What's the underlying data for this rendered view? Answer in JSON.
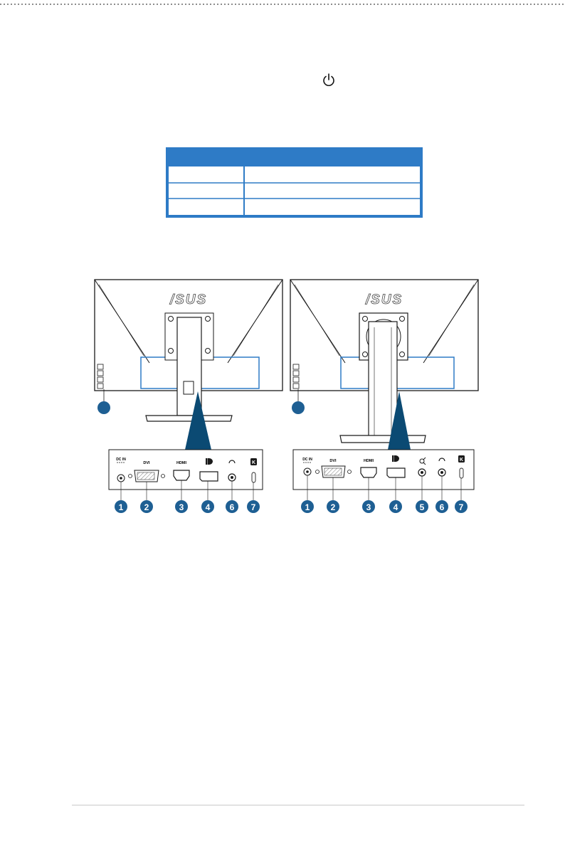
{
  "colors": {
    "accent": "#2e7bc6",
    "pointer": "#0b4a73",
    "callout": "#1e5f93",
    "line": "#1a1a1a"
  },
  "power_icon": "power-icon",
  "table": {
    "header": [
      "",
      ""
    ],
    "rows": [
      [
        "",
        ""
      ],
      [
        "",
        ""
      ],
      [
        "",
        ""
      ]
    ]
  },
  "left_monitor": {
    "brand": "/SUS",
    "port_labels": [
      "DC IN",
      "DVI",
      "HDMI",
      "",
      "",
      ""
    ],
    "port_icons": [
      "dc-in-icon",
      "dvi-port-icon",
      "hdmi-port-icon",
      "displayport-icon",
      "headphone-icon",
      "kensington-lock-icon"
    ],
    "callouts": [
      "1",
      "2",
      "3",
      "4",
      "6",
      "7"
    ]
  },
  "right_monitor": {
    "brand": "/SUS",
    "port_labels": [
      "DC IN",
      "DVI",
      "HDMI",
      "",
      "",
      "",
      ""
    ],
    "port_icons": [
      "dc-in-icon",
      "dvi-port-icon",
      "hdmi-port-icon",
      "displayport-icon",
      "audio-in-icon",
      "headphone-icon",
      "kensington-lock-icon"
    ],
    "callouts": [
      "1",
      "2",
      "3",
      "4",
      "5",
      "6",
      "7"
    ]
  }
}
